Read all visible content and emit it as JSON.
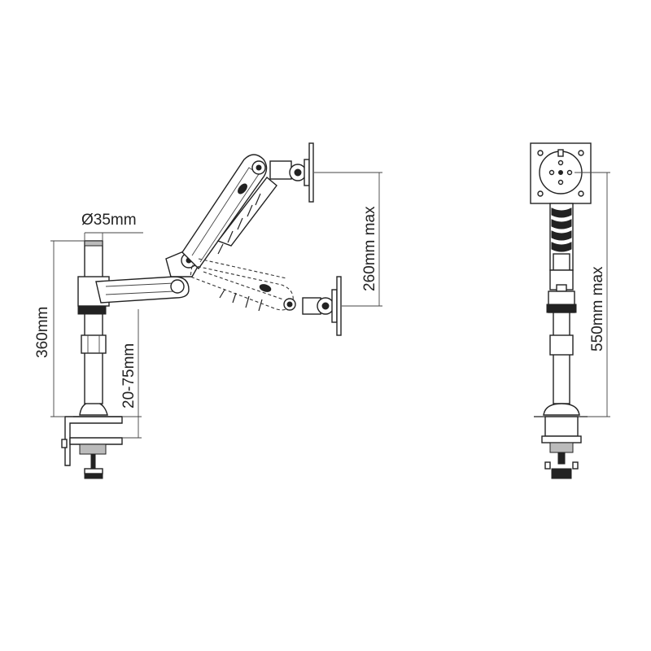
{
  "labels": {
    "pole_diameter": "Ø35mm",
    "pole_height": "360mm",
    "desk_thickness": "20-75mm",
    "vertical_travel": "260mm max",
    "max_height": "550mm max"
  },
  "colors": {
    "line": "#222222",
    "background": "#ffffff"
  }
}
